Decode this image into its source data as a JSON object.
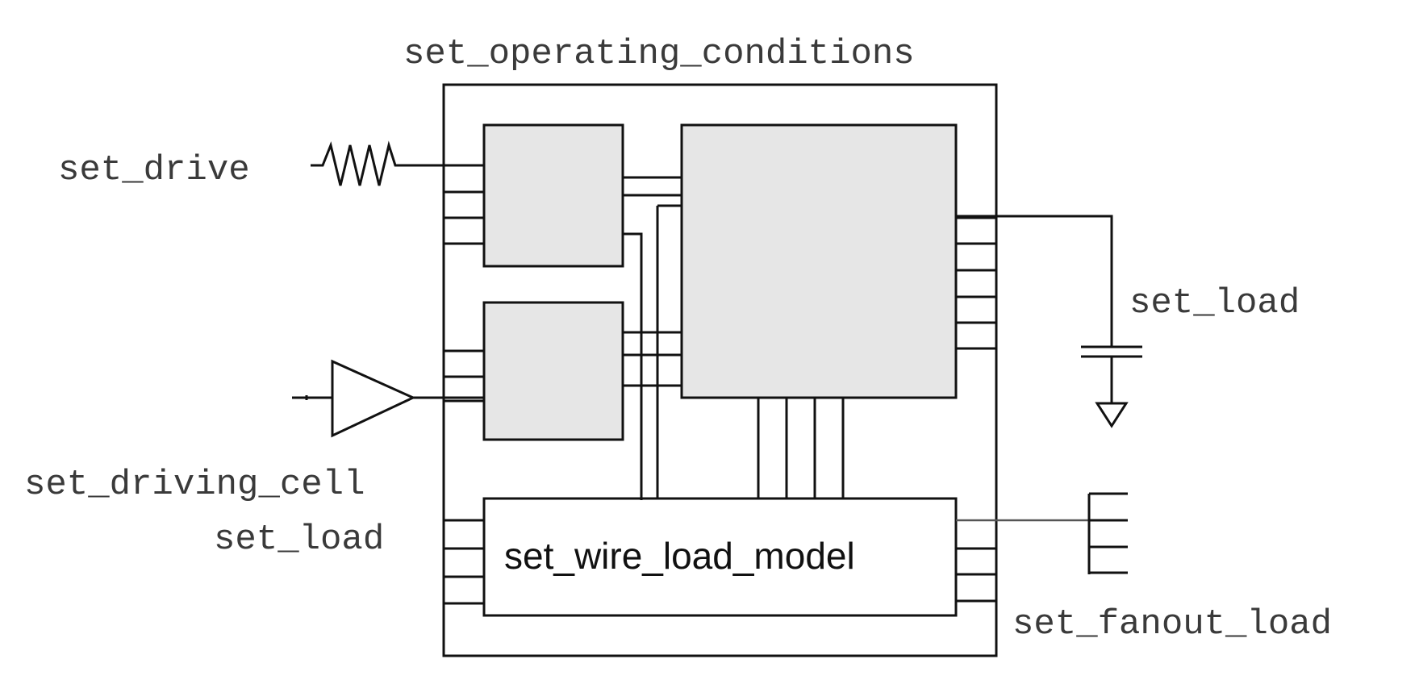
{
  "labels": {
    "operating_conditions": "set_operating_conditions",
    "drive": "set_drive",
    "driving_cell": "set_driving_cell",
    "load_left": "set_load",
    "load_right": "set_load",
    "wire_load_model": "set_wire_load_model",
    "fanout_load": "set_fanout_load"
  },
  "colors": {
    "block_fill": "#e6e6e6",
    "line": "#111111",
    "text": "#3a3a3a",
    "background": "#ffffff"
  },
  "icons": [
    "resistor-icon",
    "buffer-icon",
    "capacitor-icon",
    "ground-icon",
    "fanout-comb-icon"
  ]
}
